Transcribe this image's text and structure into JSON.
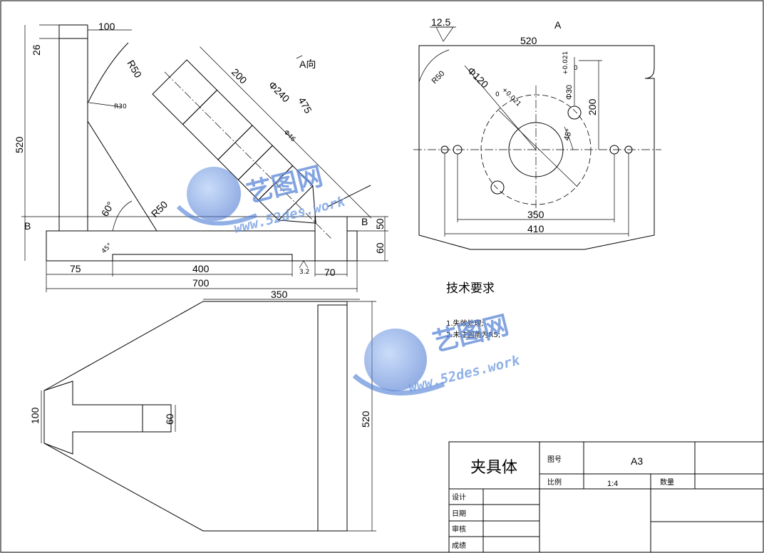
{
  "drawing": {
    "view_a_label": "A",
    "view_a_direction": "A向",
    "section_b_left": "B",
    "section_b_right": "B",
    "surface_roughness": "12.5",
    "surface_roughness_small": "3.2",
    "dims_front": {
      "d100": "100",
      "d26": "26",
      "d520": "520",
      "r50a": "R50",
      "r50b": "R50",
      "d200": "200",
      "phi240": "Φ240",
      "d475": "475",
      "phi46": "Φ46",
      "a60": "60°",
      "a45": "45°",
      "d50": "50",
      "d60": "60",
      "d75": "75",
      "d400": "400",
      "d70": "70",
      "d700": "700",
      "r30": "R30"
    },
    "dims_view_a": {
      "d520": "520",
      "r50": "R50",
      "phi120": "Φ120",
      "phi120_tol_upper": "+0.021",
      "phi120_tol_lower": "0",
      "phi30": "Φ30",
      "phi30_tol_upper": "+0.021",
      "phi30_tol_lower": "0",
      "d200": "200",
      "a45": "45°",
      "d350": "350",
      "d410": "410"
    },
    "dims_top": {
      "d350": "350",
      "d520": "520",
      "d100": "100",
      "d60": "60"
    }
  },
  "requirements": {
    "heading": "技术要求",
    "items": [
      "1.失效处理;",
      "2.未注圆角为R5;"
    ]
  },
  "title_block": {
    "part_name": "夹具体",
    "drawing_no_label": "图号",
    "sheet_size": "A3",
    "scale_label": "比例",
    "scale_value": "1:4",
    "quantity_label": "数量",
    "rows": [
      "设计",
      "日期",
      "审核",
      "成绩"
    ]
  },
  "watermark": {
    "main": "艺图网",
    "url": "www.52des.work"
  }
}
